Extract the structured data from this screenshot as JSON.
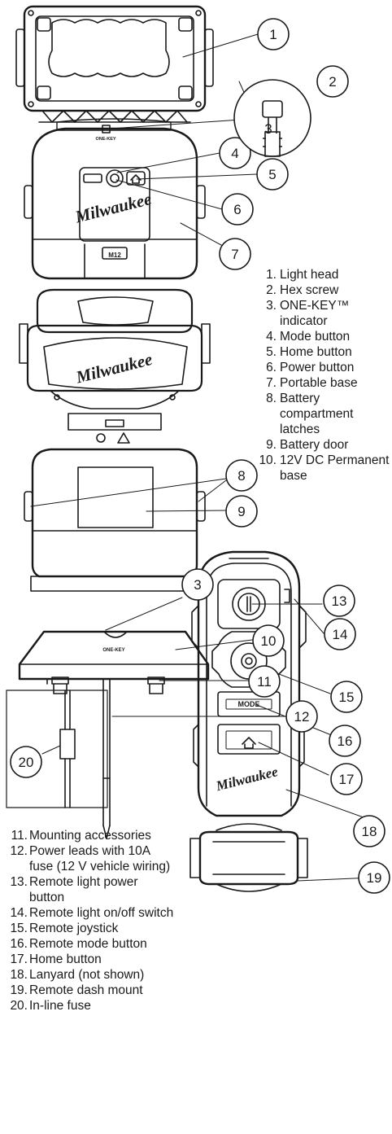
{
  "callouts": {
    "c1": "1",
    "c2": "2",
    "c3a": "3",
    "c4": "4",
    "c5": "5",
    "c6": "6",
    "c7": "7",
    "c8": "8",
    "c9": "9",
    "c3b": "3",
    "c10": "10",
    "c11": "11",
    "c12": "12",
    "c13": "13",
    "c14": "14",
    "c15": "15",
    "c16": "16",
    "c17": "17",
    "c18": "18",
    "c19": "19",
    "c20": "20"
  },
  "device_text": {
    "onekey_a": "ONE-KEY",
    "onekey_b": "ONE-KEY",
    "brand_a": "Milwaukee",
    "brand_b": "Milwaukee",
    "brand_c": "Milwaukee",
    "base_badge": "M12",
    "mode_label": "MODE"
  },
  "legend_top": [
    {
      "num": "1.",
      "text": "Light head"
    },
    {
      "num": "2.",
      "text": "Hex screw"
    },
    {
      "num": "3.",
      "text": "ONE-KEY™ indicator"
    },
    {
      "num": "4.",
      "text": "Mode button"
    },
    {
      "num": "5.",
      "text": "Home button"
    },
    {
      "num": "6.",
      "text": "Power button"
    },
    {
      "num": "7.",
      "text": "Portable base"
    },
    {
      "num": "8.",
      "text": "Battery compartment latches"
    },
    {
      "num": "9.",
      "text": "Battery door"
    },
    {
      "num": "10.",
      "text": "12V DC Permanent base"
    }
  ],
  "legend_bottom": [
    {
      "num": "11.",
      "text": "Mounting accessories"
    },
    {
      "num": "12.",
      "text": "Power leads with 10A fuse (12 V vehicle wiring)"
    },
    {
      "num": "13.",
      "text": "Remote light power button"
    },
    {
      "num": "14.",
      "text": "Remote light on/off switch"
    },
    {
      "num": "15.",
      "text": "Remote joystick"
    },
    {
      "num": "16.",
      "text": "Remote mode button"
    },
    {
      "num": "17.",
      "text": "Home button"
    },
    {
      "num": "18.",
      "text": "Lanyard (not shown)"
    },
    {
      "num": "19.",
      "text": "Remote dash mount"
    },
    {
      "num": "20.",
      "text": "In-line fuse"
    }
  ]
}
